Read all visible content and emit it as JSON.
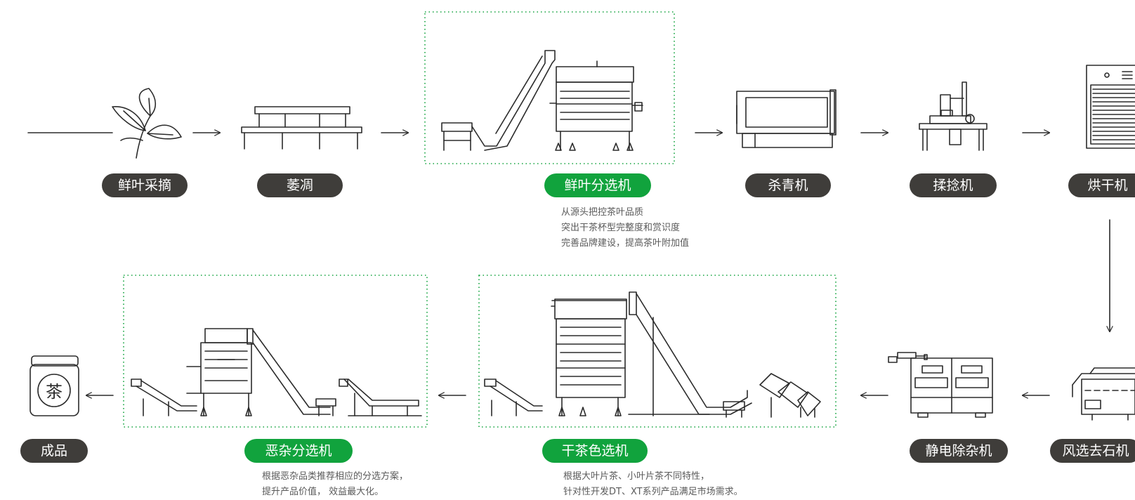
{
  "colors": {
    "accent": "#11a33d",
    "dark_pill": "#3f3d3a",
    "line": "#2b2b2b",
    "dotted_box": "#11a33d"
  },
  "steps": [
    {
      "label": "鲜叶采摘",
      "highlight": false,
      "icon": "tea-leaf-icon"
    },
    {
      "label": "萎凋",
      "highlight": false,
      "icon": "withering-rack-icon"
    },
    {
      "label": "鲜叶分选机",
      "highlight": true,
      "icon": "fresh-leaf-sorter-machine-icon",
      "description": [
        "从源头把控茶叶品质",
        "突出干茶杯型完整度和赏识度",
        "完善品牌建设，提高茶叶附加值"
      ]
    },
    {
      "label": "杀青机",
      "highlight": false,
      "icon": "fixing-machine-icon"
    },
    {
      "label": "揉捻机",
      "highlight": false,
      "icon": "rolling-machine-icon"
    },
    {
      "label": "烘干机",
      "highlight": false,
      "icon": "dryer-icon"
    },
    {
      "label": "风选去石机",
      "highlight": false,
      "icon": "winnowing-machine-icon"
    },
    {
      "label": "静电除杂机",
      "highlight": false,
      "icon": "electrostatic-machine-icon"
    },
    {
      "label": "干茶色选机",
      "highlight": true,
      "icon": "dry-tea-color-sorter-icon",
      "description": [
        "根据大叶片茶、小叶片茶不同特性，",
        "针对性开发DT、XT系列产品满足市场需求。"
      ]
    },
    {
      "label": "恶杂分选机",
      "highlight": true,
      "icon": "impurity-sorter-icon",
      "description": [
        "根据恶杂品类推荐相应的分选方案，",
        "提升产品价值，  效益最大化。"
      ]
    },
    {
      "label": "成品",
      "highlight": false,
      "icon": "tea-jar-icon",
      "jar_char": "茶"
    }
  ]
}
